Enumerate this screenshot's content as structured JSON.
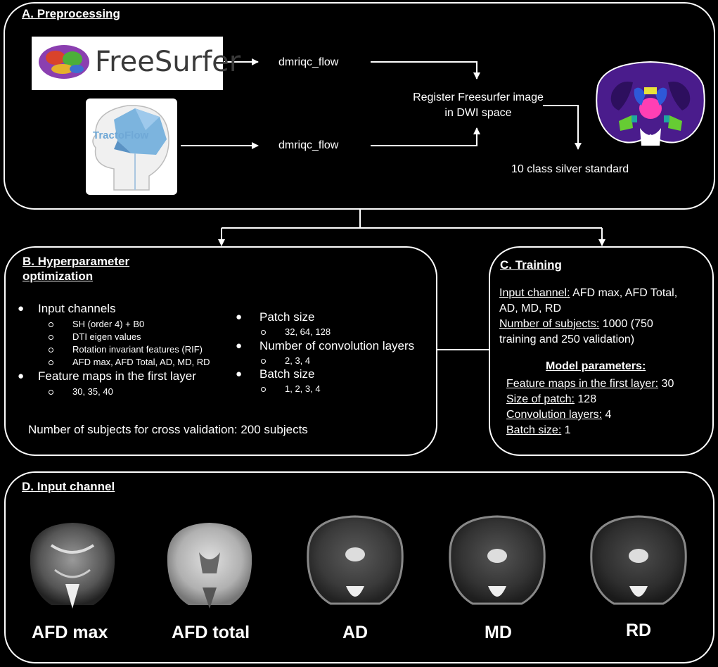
{
  "preprocessing": {
    "title": "A. Preprocessing",
    "freesurfer_logo": "FreeSurfer",
    "tractoflow_logo": "TractoFlow",
    "step_top": "dmriqc_flow",
    "step_bottom": "dmriqc_flow",
    "register_line1": "Register Freesurfer image",
    "register_line2": "in DWI space",
    "result": "10 class silver standard"
  },
  "hyper": {
    "title_line1": "B. Hyperparameter",
    "title_line2": "optimization",
    "left": [
      {
        "label": "Input channels",
        "items": [
          "SH (order 4) + B0",
          "DTI eigen values",
          "Rotation invariant features (RIF)",
          "AFD max, AFD Total, AD, MD, RD"
        ]
      },
      {
        "label": "Feature maps in the first layer",
        "items": [
          "30, 35, 40"
        ]
      }
    ],
    "right": [
      {
        "label": "Patch size",
        "items": [
          "32, 64, 128"
        ]
      },
      {
        "label": "Number of convolution layers",
        "items": [
          "2, 3, 4"
        ]
      },
      {
        "label": "Batch size",
        "items": [
          "1, 2, 3, 4"
        ]
      }
    ],
    "footer": "Number of subjects for cross validation: 200 subjects"
  },
  "training": {
    "title": "C. Training",
    "input_label": "Input channel:",
    "input_value_1": " AFD max, AFD Total,",
    "input_value_2": "AD, MD, RD",
    "subjects_label": "Number of subjects:",
    "subjects_value_1": " 1000 (750",
    "subjects_value_2": "training and 250 validation)",
    "model_heading": "Model parameters:",
    "params": [
      {
        "label": "Feature maps in the first layer:",
        "value": " 30"
      },
      {
        "label": "Size of patch:",
        "value": " 128"
      },
      {
        "label": "Convolution layers:",
        "value": " 4"
      },
      {
        "label": "Batch size:",
        "value": " 1"
      }
    ]
  },
  "input_channel": {
    "title": "D. Input channel",
    "labels": [
      "AFD max",
      "AFD total",
      "AD",
      "MD",
      "RD"
    ]
  },
  "colors": {
    "background": "#000000",
    "foreground": "#ffffff",
    "freesurfer_text": "#3a3a3a",
    "tractoflow_blue": "#6fa8d6",
    "parcellation_purple": "#4a1c8c",
    "parcellation_pink": "#ff3fb4",
    "parcellation_green": "#66cc33"
  }
}
